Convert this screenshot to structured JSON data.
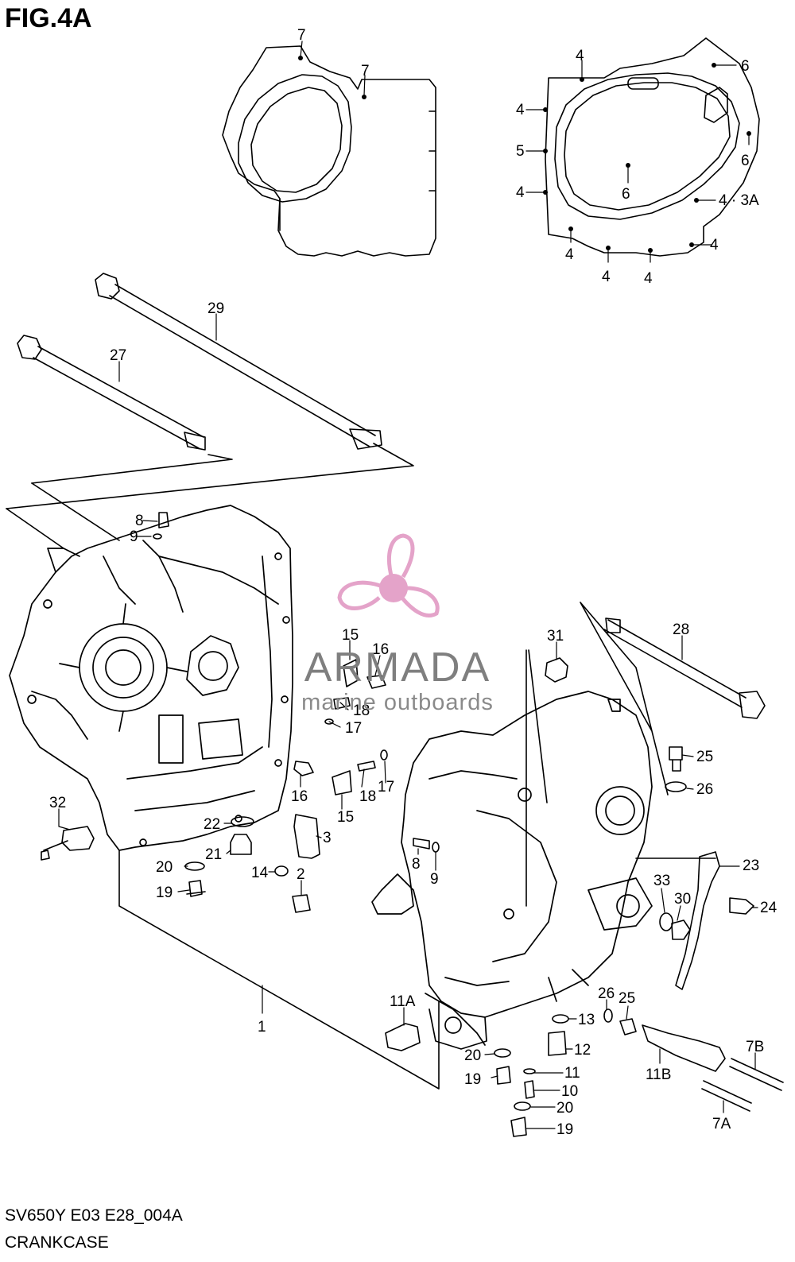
{
  "figure": {
    "title": "FIG.4A",
    "footer_code": "SV650Y E03 E28_004A",
    "footer_name": "CRANKCASE"
  },
  "watermark": {
    "brand": "ARMADA",
    "tagline": "marine outboards",
    "color_logo": "#e4a3c9",
    "color_text": "#7f7f7f"
  },
  "callouts": [
    "7",
    "7",
    "4",
    "6",
    "4",
    "5",
    "6",
    "4",
    "6",
    "4 · 3A",
    "4",
    "4",
    "4",
    "4",
    "29",
    "27",
    "8",
    "9",
    "15",
    "16",
    "18",
    "17",
    "31",
    "28",
    "16",
    "18",
    "17",
    "15",
    "25",
    "26",
    "32",
    "22",
    "3",
    "21",
    "20",
    "14",
    "2",
    "19",
    "8",
    "9",
    "23",
    "33",
    "30",
    "24",
    "1",
    "11A",
    "26",
    "25",
    "13",
    "12",
    "20",
    "11",
    "19",
    "10",
    "20",
    "19",
    "7B",
    "11B",
    "7A"
  ]
}
